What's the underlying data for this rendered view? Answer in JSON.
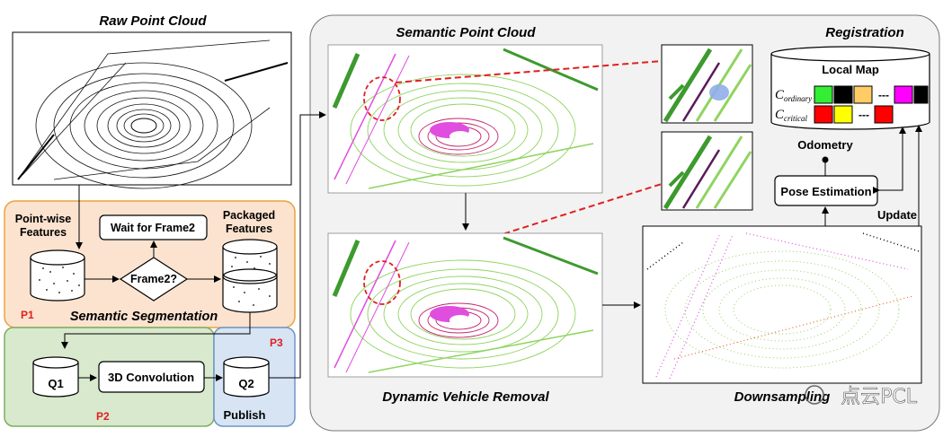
{
  "titles": {
    "raw_point_cloud": "Raw Point Cloud",
    "semantic_point_cloud": "Semantic Point Cloud",
    "registration": "Registration",
    "dynamic_vehicle_removal": "Dynamic Vehicle Removal",
    "downsampling": "Downsampling"
  },
  "p1": {
    "tag": "P1",
    "title": "Semantic Segmentation",
    "pointwise_line1": "Point-wise",
    "pointwise_line2": "Features",
    "wait_box": "Wait for Frame2",
    "decision": "Frame2?",
    "packaged_line1": "Packaged",
    "packaged_line2": "Features"
  },
  "p2": {
    "tag": "P2",
    "q1": "Q1",
    "conv": "3D Convolution"
  },
  "p3": {
    "tag": "P3",
    "q2": "Q2",
    "publish": "Publish"
  },
  "registration": {
    "local_map": "Local Map",
    "c_ordinary": "C",
    "c_ordinary_sub": "ordinary",
    "c_critical": "C",
    "c_critical_sub": "critical",
    "dashes": "---",
    "odometry": "Odometry",
    "pose_estimation": "Pose Estimation",
    "update": "Update"
  },
  "watermark": "点云PCL",
  "colors": {
    "p1_fill": "#fbe3cf",
    "p1_border": "#e8a33c",
    "p2_fill": "#d8e9cd",
    "p2_border": "#7fae5f",
    "p3_fill": "#d6e4f4",
    "p3_border": "#6f95c6",
    "main_panel": "#f2f2f2",
    "green_points": "#8fd460",
    "magenta_points": "#e04ee0",
    "dark_green": "#3d9a2e",
    "red_dash": "#e02020",
    "cell_green": "#33ee33",
    "cell_black": "#000000",
    "cell_orange": "#ffcc66",
    "cell_magenta": "#ff00ff",
    "cell_red": "#ff0000",
    "cell_yellow": "#ffff00"
  }
}
